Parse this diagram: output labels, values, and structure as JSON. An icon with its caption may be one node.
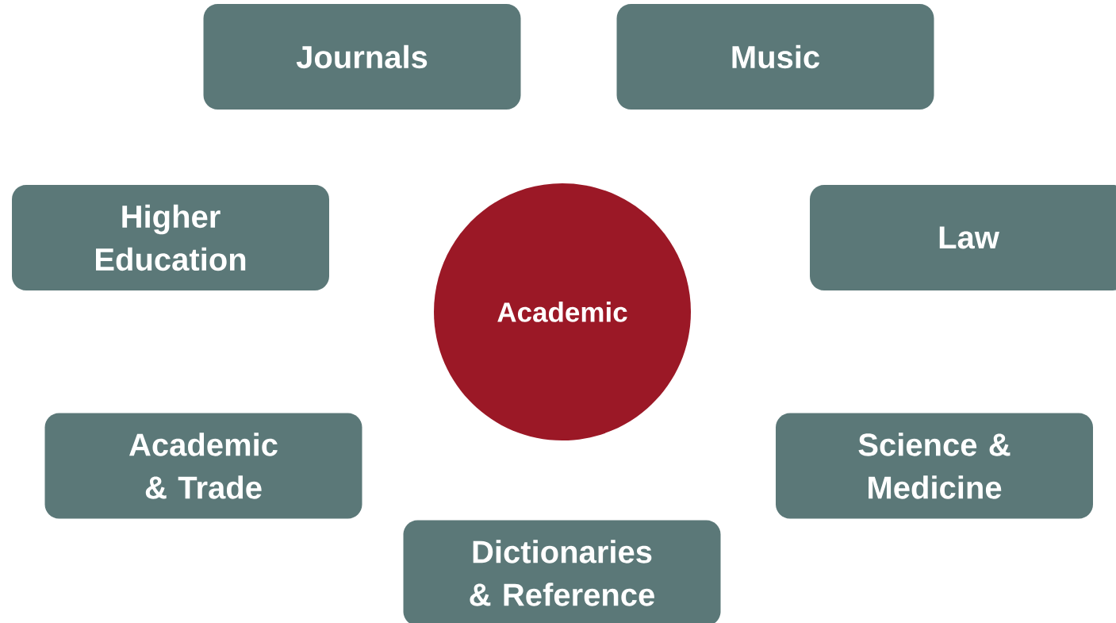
{
  "diagram": {
    "nodes": [
      {
        "text": [
          "Journals"
        ]
      },
      {
        "text": [
          "Music"
        ]
      },
      {
        "text": [
          "Higher Education"
        ]
      },
      {
        "text": [
          "Academic"
        ]
      },
      {
        "text": [
          "Law"
        ]
      },
      {
        "text": [
          "Academic & Trade"
        ]
      },
      {
        "text": [
          "Science & Medicine"
        ]
      },
      {
        "text": [
          "Dictionaries & Reference"
        ]
      }
    ]
  }
}
